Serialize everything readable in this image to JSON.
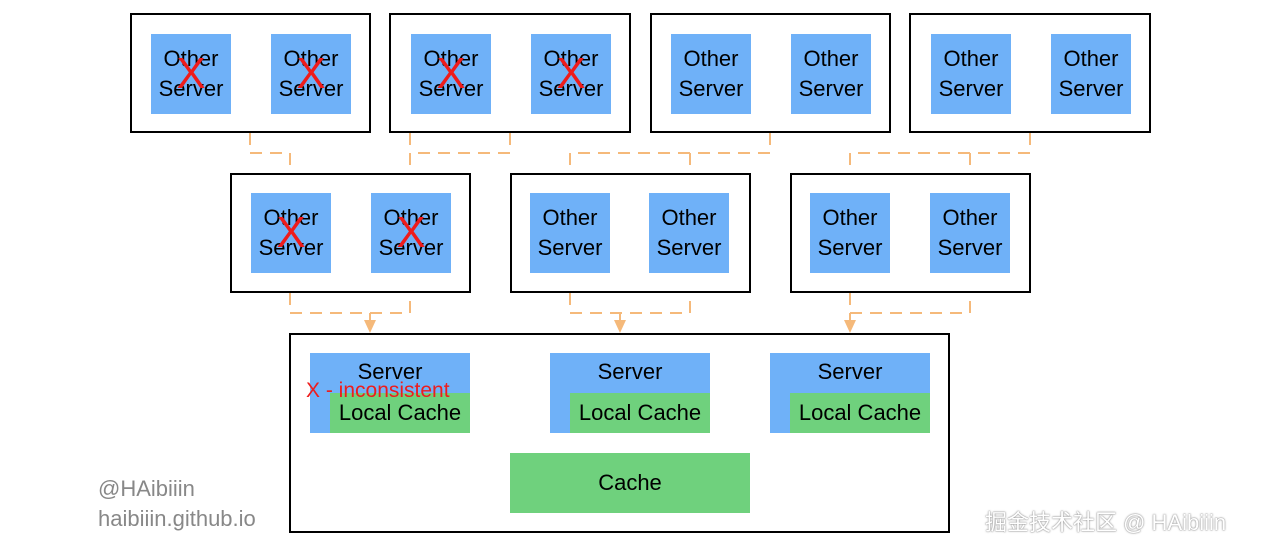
{
  "colors": {
    "server_fill": "#6fb1f8",
    "cache_fill": "#6fd17d",
    "failure_mark": "#ee1c1c",
    "link_stroke": "#f5b97a",
    "watermark_text": "#888888"
  },
  "tier1": [
    {
      "servers": [
        {
          "label": "Other\nServer",
          "failed": true
        },
        {
          "label": "Other\nServer",
          "failed": true
        }
      ]
    },
    {
      "servers": [
        {
          "label": "Other\nServer",
          "failed": true
        },
        {
          "label": "Other\nServer",
          "failed": true
        }
      ]
    },
    {
      "servers": [
        {
          "label": "Other\nServer",
          "failed": false
        },
        {
          "label": "Other\nServer",
          "failed": false
        }
      ]
    },
    {
      "servers": [
        {
          "label": "Other\nServer",
          "failed": false
        },
        {
          "label": "Other\nServer",
          "failed": false
        }
      ]
    }
  ],
  "tier2": [
    {
      "servers": [
        {
          "label": "Other\nServer",
          "failed": true
        },
        {
          "label": "Other\nServer",
          "failed": true
        }
      ]
    },
    {
      "servers": [
        {
          "label": "Other\nServer",
          "failed": false
        },
        {
          "label": "Other\nServer",
          "failed": false
        }
      ]
    },
    {
      "servers": [
        {
          "label": "Other\nServer",
          "failed": false
        },
        {
          "label": "Other\nServer",
          "failed": false
        }
      ]
    }
  ],
  "failure_symbol": "X",
  "local_nodes": [
    {
      "title": "Server",
      "cache": "Local Cache",
      "note": "X - inconsistent"
    },
    {
      "title": "Server",
      "cache": "Local Cache",
      "note": ""
    },
    {
      "title": "Server",
      "cache": "Local Cache",
      "note": ""
    }
  ],
  "shared_cache": "Cache",
  "watermark": {
    "handle": "@HAibiiin",
    "site": "haibiiin.github.io",
    "platform": "掘金技术社区 @ HAibiiin"
  }
}
